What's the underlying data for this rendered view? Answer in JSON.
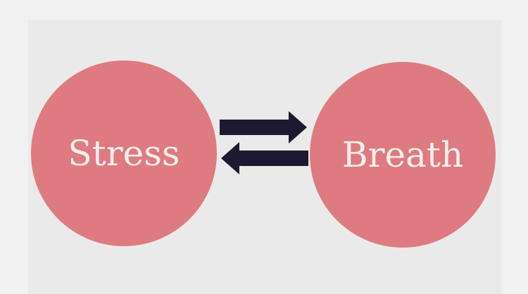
{
  "diagram": {
    "nodes": [
      {
        "id": "stress",
        "label": "Stress"
      },
      {
        "id": "breath",
        "label": "Breath"
      }
    ],
    "edges": [
      {
        "from": "stress",
        "to": "breath",
        "direction": "right"
      },
      {
        "from": "breath",
        "to": "stress",
        "direction": "left"
      }
    ]
  },
  "colors": {
    "background": "#f2f1f1",
    "panel": "#ebeaea",
    "node_fill": "#de7b80",
    "node_text": "#f7eeee",
    "arrow": "#1d1931"
  },
  "icons": [
    "arrow-right-icon",
    "arrow-left-icon"
  ]
}
